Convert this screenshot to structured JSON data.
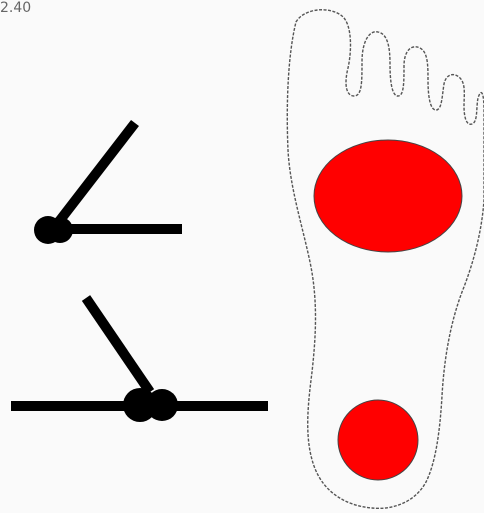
{
  "header": {
    "version_label": "2.40"
  },
  "joint_diagrams": [
    {
      "name": "joint-angle-top",
      "angle_deg": 55,
      "color": "#000000"
    },
    {
      "name": "joint-angle-bottom",
      "angle_deg": 55,
      "color": "#000000"
    }
  ],
  "foot_map": {
    "outline_color": "#555555",
    "pressure_zones": [
      {
        "name": "forefoot",
        "color": "#ff0000"
      },
      {
        "name": "heel",
        "color": "#ff0000"
      }
    ]
  }
}
